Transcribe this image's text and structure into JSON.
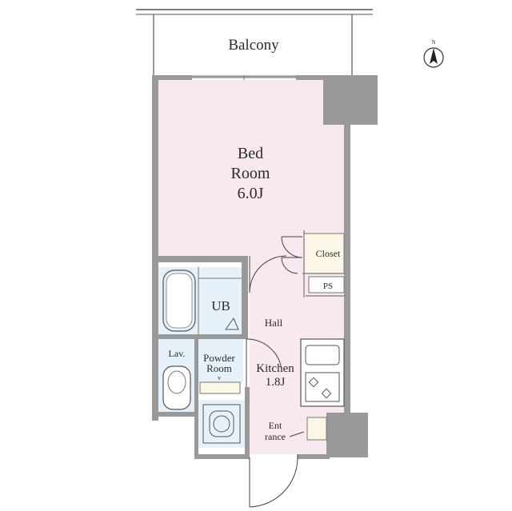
{
  "compass": {
    "letter": "N"
  },
  "rooms": {
    "balcony": "Balcony",
    "bedroom": {
      "line1": "Bed",
      "line2": "Room",
      "line3": "6.0J"
    },
    "closet": "Closet",
    "ps": "PS",
    "ub": "UB",
    "hall": "Hall",
    "lav": "Lav.",
    "powder_room": {
      "line1": "Powder",
      "line2": "Room"
    },
    "kitchen": {
      "line1": "Kitchen",
      "line2": "1.8J"
    },
    "entrance": {
      "line1": "Ent",
      "line2": "rance"
    }
  },
  "colors": {
    "bedroom_fill": "#f8e8ef",
    "bath_fill": "#e6f1fa",
    "wall": "#999999",
    "line": "#555555"
  }
}
